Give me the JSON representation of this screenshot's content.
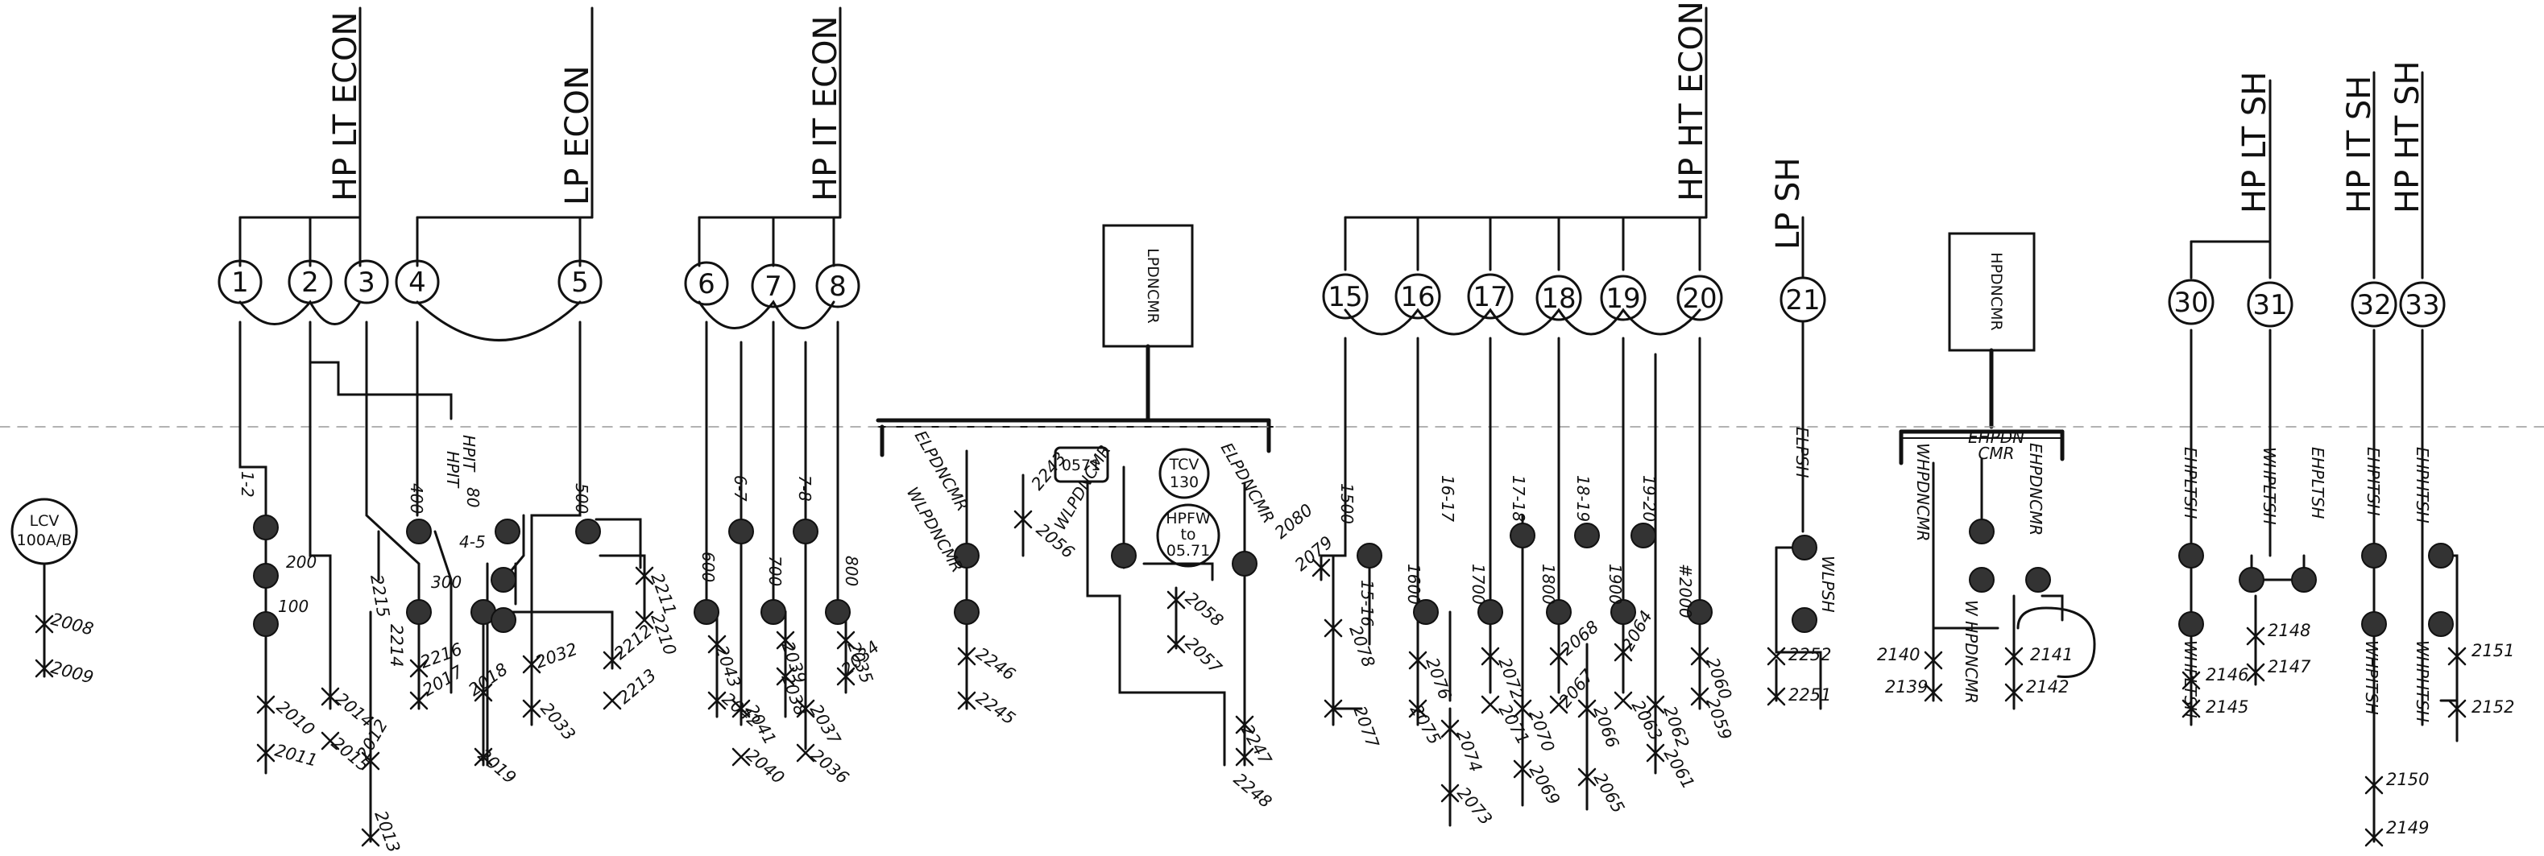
{
  "headers": {
    "hp_lt_econ": "HP LT ECON",
    "lp_econ": "LP ECON",
    "hp_it_econ": "HP IT ECON",
    "hp_ht_econ": "HP HT ECON",
    "lp_sh": "LP SH",
    "hp_lt_sh": "HP LT SH",
    "hp_it_sh": "HP IT SH",
    "hp_ht_sh": "HP HT SH"
  },
  "bubbles": {
    "b1": "1",
    "b2": "2",
    "b3": "3",
    "b4": "4",
    "b5": "5",
    "b6": "6",
    "b7": "7",
    "b8": "8",
    "b15": "15",
    "b16": "16",
    "b17": "17",
    "b18": "18",
    "b19": "19",
    "b20": "20",
    "b21": "21",
    "b30": "30",
    "b31": "31",
    "b32": "32",
    "b33": "33"
  },
  "boxes": {
    "lpdncmr": "LPDNCMR",
    "hpdncmr": "HPDNCMR",
    "tag_0571": "0571",
    "tcv": "TCV",
    "tcv_num": "130",
    "hpfw": "HPFW",
    "hpfw_to": "to",
    "hpfw_num": "05.71",
    "lcv": "LCV",
    "lcv_num": "100A/B"
  },
  "drain_labels": {
    "l12": "1-2",
    "l200": "200",
    "l100": "100",
    "l400": "400",
    "lhpit": "HPIT",
    "lhpit2": "HPIT",
    "l80": "80",
    "l45": "4-5",
    "l300": "300",
    "l500": "500",
    "l600": "600",
    "l67": "6-7",
    "l700": "700",
    "l78": "7-8",
    "l800": "800",
    "elpdncmr": "ELPDNCMR",
    "wlpdncmr": "WLPDNCMR",
    "wlpdncmr2": "WLPDNCMR",
    "elpdncmr2": "ELPDNCMR",
    "l1500": "1500",
    "l1516": "15-16",
    "l1600": "1600",
    "l1617": "16-17",
    "l1700": "1700",
    "l1718": "17-18",
    "l1800": "1800",
    "l1819": "18-19",
    "l1900": "1900",
    "l1920": "19-20",
    "l2000": "#2000",
    "elpsh": "ELPSH",
    "wlpsh": "WLPSH",
    "whpdncmr": "WHPDNCMR",
    "ehpdn": "EHPDN",
    "cmr": "CMR",
    "ehpdncmr": "EHPDNCMR",
    "whpdncmr2": "W HPDNCMR",
    "ehpltsh": "EHPLTSH",
    "whpltsh": "WHPLTSH",
    "ehpltsh2": "EHPLTSH",
    "whpltsh2": "WHPLTSH",
    "ehpitsh": "EHPITSH",
    "ehphtsh": "EHPHTSH",
    "whpitsh": "WHPITSH",
    "whphtsh": "WHPHTSH"
  },
  "valve_tags": {
    "t2008": "2008",
    "t2009": "2009",
    "t2010": "2010",
    "t2011": "2011",
    "t2014": "2014",
    "t2015": "2015",
    "t2012": "2012",
    "t2013": "2013",
    "t2215": "2215",
    "t2214": "2214",
    "t2216": "2216",
    "t2017": "2017",
    "t2018": "2018",
    "t2019": "2019",
    "t2032": "2032",
    "t2033": "2033",
    "t2211": "2211",
    "t2210": "2210",
    "t2212": "2212",
    "t2213": "2213",
    "t2043": "2043",
    "t2042": "2042",
    "t2039": "2039",
    "t2038": "2038",
    "t2041": "2041",
    "t2040": "2040",
    "t2035": "2035",
    "t2034": "2034",
    "t2037": "2037",
    "t2036": "2036",
    "t2246": "2246",
    "t2245": "2245",
    "t2243": "2243",
    "t2056": "2056",
    "t2058": "2058",
    "t2057": "2057",
    "t2247": "2247",
    "t2248": "2248",
    "t2080": "2080",
    "t2079": "2079",
    "t2078": "2078",
    "t2077": "2077",
    "t2076": "2076",
    "t2075": "2075",
    "t2074": "2074",
    "t2073": "2073",
    "t2072": "2072",
    "t2071": "2071",
    "t2070": "2070",
    "t2069": "2069",
    "t2068": "2068",
    "t2067": "2067",
    "t2066": "2066",
    "t2065": "2065",
    "t2064": "2064",
    "t2063": "2063",
    "t2062": "2062",
    "t2061": "2061",
    "t2060": "2060",
    "t2059": "2059",
    "t2252": "2252",
    "t2251": "2251",
    "t2140": "2140",
    "t2139": "2139",
    "t2141": "2141",
    "t2142": "2142",
    "t2146": "2146",
    "t2145": "2145",
    "t2148": "2148",
    "t2147": "2147",
    "t2151": "2151",
    "t2152": "2152",
    "t2150": "2150",
    "t2149": "2149"
  }
}
